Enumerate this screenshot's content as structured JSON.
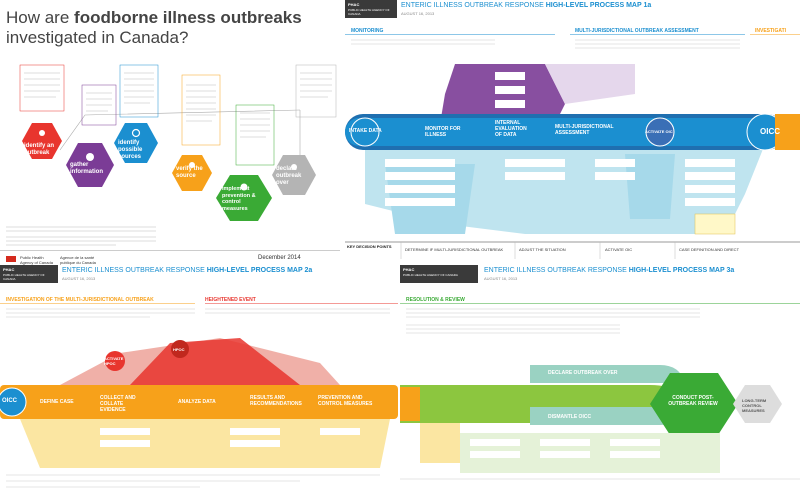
{
  "infographic": {
    "title_line1_pre": "How are ",
    "title_line1_bold": "foodborne illness outbreaks",
    "title_line2": "investigated in Canada?",
    "steps": [
      {
        "label": "identify an outbreak",
        "color": "#e8352e"
      },
      {
        "label": "gather information",
        "color": "#7b3c96"
      },
      {
        "label": "identify possible sources",
        "color": "#1b8fd0"
      },
      {
        "label": "verify the source",
        "color": "#f7a11a"
      },
      {
        "label": "implement prevention & control measures",
        "color": "#3aaa35"
      },
      {
        "label": "declare outbreak over",
        "color": "#b4b4b4"
      }
    ],
    "date": "December 2014",
    "gov_en": "Public Health Agency of Canada",
    "gov_fr": "Agence de la santé publique du Canada"
  },
  "map1a": {
    "org": "PHAC",
    "org_full": "PUBLIC HEALTH AGENCY OF CANADA",
    "title_pre": "ENTERIC ILLNESS OUTBREAK RESPONSE ",
    "title_bold": "HIGH-LEVEL PROCESS MAP 1a",
    "date": "AUGUST 16, 2013",
    "section1": "MONITORING",
    "section2": "MULTI-JURISDICTIONAL OUTBREAK ASSESSMENT",
    "section3": "INVESTIGATI",
    "nodes": [
      "INTAKE DATA",
      "MONITOR FOR ILLNESS",
      "INTERNAL EVALUATION OF DATA",
      "MULTI-JURISDICTIONAL ASSESSMENT",
      "ACTIVATE OIC",
      "OICC"
    ],
    "key_decision": "KEY DECISION POINTS",
    "decisions": [
      "DETERMINE IF MULTI-JURISDICTIONAL OUTBREAK",
      "ADJUST THE SITUATION",
      "ACTIVATE OIC",
      "CASE DEFINITION AND DIRECT"
    ]
  },
  "map2a": {
    "org": "PHAC",
    "org_full": "PUBLIC HEALTH AGENCY OF CANADA",
    "title_pre": "ENTERIC ILLNESS OUTBREAK RESPONSE ",
    "title_bold": "HIGH-LEVEL PROCESS MAP 2a",
    "date": "AUGUST 16, 2013",
    "section1": "INVESTIGATION OF THE MULTI-JURISDICTIONAL OUTBREAK",
    "section2": "HEIGHTENED EVENT",
    "nodes": [
      "OICC",
      "DEFINE CASE",
      "COLLECT AND COLLATE EVIDENCE",
      "ANALYZE DATA",
      "RESULTS AND RECOMMENDATIONS",
      "PREVENTION AND CONTROL MEASURES"
    ],
    "heightened": [
      "ACTIVATE HPOC",
      "HPOC"
    ]
  },
  "map3a": {
    "org": "PHAC",
    "org_full": "PUBLIC HEALTH AGENCY OF CANADA",
    "title_pre": "ENTERIC ILLNESS OUTBREAK RESPONSE ",
    "title_bold": "HIGH-LEVEL PROCESS MAP 3a",
    "date": "AUGUST 16, 2013",
    "section1": "RESOLUTION & REVIEW",
    "nodes": [
      "DECLARE OUTBREAK OVER",
      "DISMANTLE OICC",
      "CONDUCT POST-OUTBREAK REVIEW",
      "LONG-TERM CONTROL MEASURES"
    ]
  }
}
